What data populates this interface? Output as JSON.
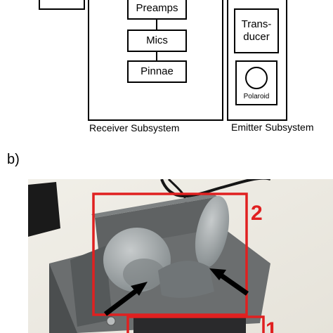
{
  "diagram": {
    "blocks": {
      "preamps": "Preamps",
      "mics": "Mics",
      "pinnae": "Pinnae",
      "transducer_line1": "Trans-",
      "transducer_line2": "ducer",
      "polaroid": "Polaroid"
    },
    "captions": {
      "receiver": "Receiver Subsystem",
      "emitter": "Emitter Subsystem"
    }
  },
  "panel_b": {
    "label": "b)",
    "box_labels": [
      "2",
      "1"
    ]
  },
  "colors": {
    "box_red": "#e02020",
    "device_gray": "#6f7272",
    "ear_gray": "#9aa0a2",
    "background": "#ffffff"
  }
}
